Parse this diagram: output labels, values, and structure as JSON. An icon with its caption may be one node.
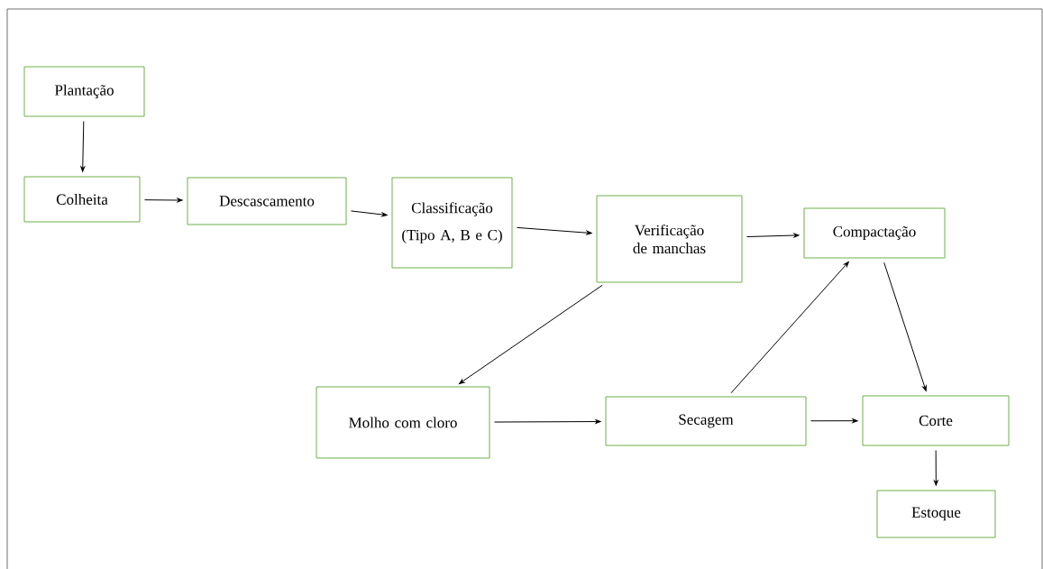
{
  "diagram": {
    "nodes": [
      {
        "text": [
          "Plantação"
        ]
      },
      {
        "text": [
          "Colheita"
        ]
      },
      {
        "text": [
          "Descascamento"
        ]
      },
      {
        "text": [
          "Classificação",
          "(Tipo A, B e C)"
        ]
      },
      {
        "text": [
          "Verificação de manchas"
        ]
      },
      {
        "text": [
          "Compactação"
        ]
      },
      {
        "text": [
          "Molho com cloro"
        ]
      },
      {
        "text": [
          "Secagem"
        ]
      },
      {
        "text": [
          "Corte"
        ]
      },
      {
        "text": [
          "Estoque"
        ]
      }
    ],
    "edges": [
      {
        "from": 0,
        "to": 1,
        "arrow": "to"
      },
      {
        "from": 1,
        "to": 2,
        "arrow": "to"
      },
      {
        "from": 2,
        "to": 3,
        "arrow": "to"
      },
      {
        "from": 3,
        "to": 4,
        "arrow": "to"
      },
      {
        "from": 4,
        "to": 5,
        "arrow": "to"
      },
      {
        "from": 4,
        "to": 6,
        "arrow": "to"
      },
      {
        "from": 6,
        "to": 7,
        "arrow": "to"
      },
      {
        "from": 7,
        "to": 5,
        "arrow": "to"
      },
      {
        "from": 5,
        "to": 8,
        "arrow": "to"
      },
      {
        "from": 7,
        "to": 8,
        "arrow": "to"
      },
      {
        "from": 8,
        "to": 9,
        "arrow": "to"
      }
    ]
  }
}
